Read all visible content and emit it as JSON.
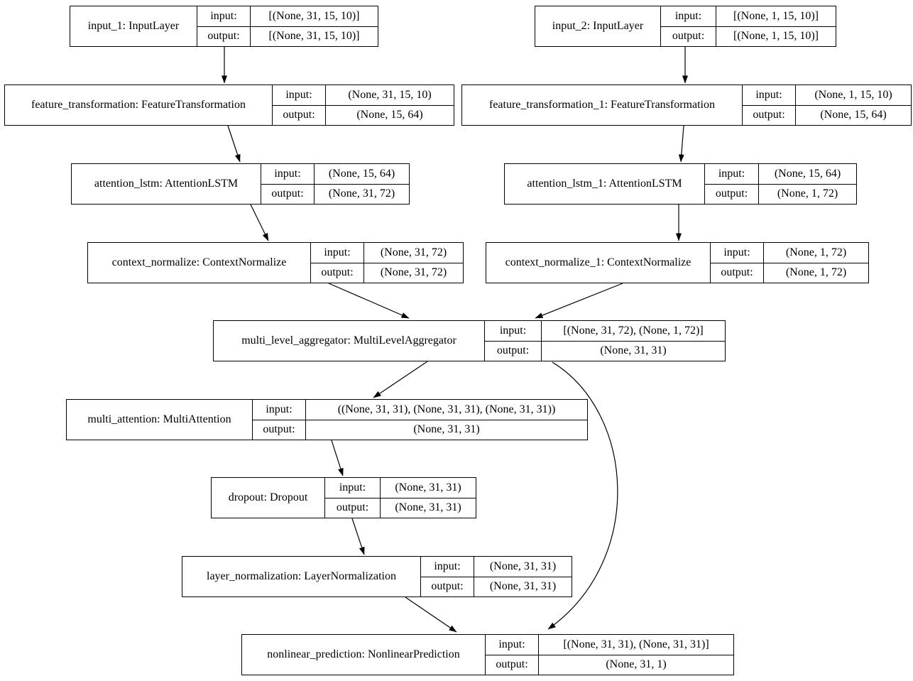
{
  "diagram_type": "keras-model-architecture",
  "colors": {
    "stroke": "#000000",
    "background": "#ffffff",
    "text": "#000000"
  },
  "labels": {
    "input": "input:",
    "output": "output:"
  },
  "nodes": [
    {
      "id": "input_1",
      "title": "input_1: InputLayer",
      "input": "[(None, 31, 15, 10)]",
      "output": "[(None, 31, 15, 10)]"
    },
    {
      "id": "input_2",
      "title": "input_2: InputLayer",
      "input": "[(None, 1, 15, 10)]",
      "output": "[(None, 1, 15, 10)]"
    },
    {
      "id": "feature_transformation",
      "title": "feature_transformation: FeatureTransformation",
      "input": "(None, 31, 15, 10)",
      "output": "(None, 15, 64)"
    },
    {
      "id": "feature_transformation_1",
      "title": "feature_transformation_1: FeatureTransformation",
      "input": "(None, 1, 15, 10)",
      "output": "(None, 15, 64)"
    },
    {
      "id": "attention_lstm",
      "title": "attention_lstm: AttentionLSTM",
      "input": "(None, 15, 64)",
      "output": "(None, 31, 72)"
    },
    {
      "id": "attention_lstm_1",
      "title": "attention_lstm_1: AttentionLSTM",
      "input": "(None, 15, 64)",
      "output": "(None, 1, 72)"
    },
    {
      "id": "context_normalize",
      "title": "context_normalize: ContextNormalize",
      "input": "(None, 31, 72)",
      "output": "(None, 31, 72)"
    },
    {
      "id": "context_normalize_1",
      "title": "context_normalize_1: ContextNormalize",
      "input": "(None, 1, 72)",
      "output": "(None, 1, 72)"
    },
    {
      "id": "multi_level_aggregator",
      "title": "multi_level_aggregator: MultiLevelAggregator",
      "input": "[(None, 31, 72), (None, 1, 72)]",
      "output": "(None, 31, 31)"
    },
    {
      "id": "multi_attention",
      "title": "multi_attention: MultiAttention",
      "input": "((None, 31, 31), (None, 31, 31), (None, 31, 31))",
      "output": "(None, 31, 31)"
    },
    {
      "id": "dropout",
      "title": "dropout: Dropout",
      "input": "(None, 31, 31)",
      "output": "(None, 31, 31)"
    },
    {
      "id": "layer_normalization",
      "title": "layer_normalization: LayerNormalization",
      "input": "(None, 31, 31)",
      "output": "(None, 31, 31)"
    },
    {
      "id": "nonlinear_prediction",
      "title": "nonlinear_prediction: NonlinearPrediction",
      "input": "[(None, 31, 31), (None, 31, 31)]",
      "output": "(None, 31, 1)"
    }
  ],
  "edges": [
    {
      "from": "input_1",
      "to": "feature_transformation"
    },
    {
      "from": "input_2",
      "to": "feature_transformation_1"
    },
    {
      "from": "feature_transformation",
      "to": "attention_lstm"
    },
    {
      "from": "feature_transformation_1",
      "to": "attention_lstm_1"
    },
    {
      "from": "attention_lstm",
      "to": "context_normalize"
    },
    {
      "from": "attention_lstm_1",
      "to": "context_normalize_1"
    },
    {
      "from": "context_normalize",
      "to": "multi_level_aggregator"
    },
    {
      "from": "context_normalize_1",
      "to": "multi_level_aggregator"
    },
    {
      "from": "multi_level_aggregator",
      "to": "multi_attention"
    },
    {
      "from": "multi_level_aggregator",
      "to": "nonlinear_prediction"
    },
    {
      "from": "multi_attention",
      "to": "dropout"
    },
    {
      "from": "dropout",
      "to": "layer_normalization"
    },
    {
      "from": "layer_normalization",
      "to": "nonlinear_prediction"
    }
  ]
}
